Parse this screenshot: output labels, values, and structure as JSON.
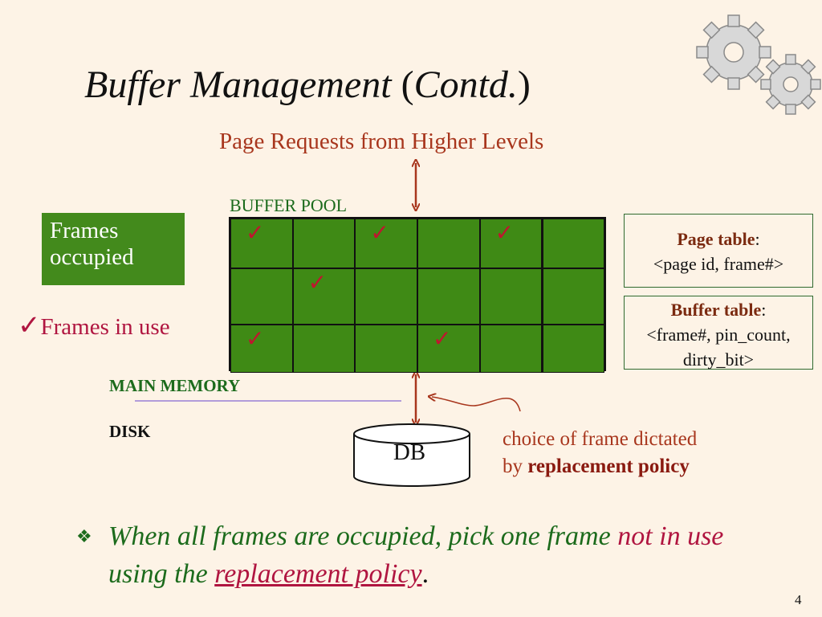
{
  "title": {
    "main": "Buffer Management ",
    "paren_open": "(",
    "contd": "Contd.",
    "paren_close": ")"
  },
  "requests_label": "Page Requests from Higher Levels",
  "buffer_pool_label": "BUFFER POOL",
  "frames_occupied_label": "Frames occupied",
  "frames_in_use": {
    "tick": "✓",
    "label": "Frames in use"
  },
  "grid": {
    "rows": [
      [
        true,
        false,
        true,
        false,
        true,
        false
      ],
      [
        false,
        true,
        false,
        false,
        false,
        false
      ],
      [
        true,
        false,
        false,
        true,
        false,
        false
      ]
    ],
    "tick": "✓"
  },
  "page_table": {
    "title": "Page table",
    "colon": ":",
    "content": "<page id, frame#>"
  },
  "buffer_table": {
    "title": "Buffer table",
    "colon": ":",
    "line1": "<frame#, pin_count,",
    "line2": "dirty_bit>"
  },
  "main_memory_label": "MAIN MEMORY",
  "disk_label": "DISK",
  "db_label": "DB",
  "choice": {
    "line1": "choice of frame dictated",
    "by": "by ",
    "policy": "replacement policy"
  },
  "bullet": {
    "diamond": "❖",
    "part1": "When all frames are occupied, pick one frame ",
    "red": "not in use",
    "part2": " using the ",
    "underlined": "replacement policy",
    "end": "."
  },
  "page_number": "4",
  "icons": [
    "gears-icon"
  ],
  "colors": {
    "background": "#fdf3e6",
    "frame_green": "#3f8a15",
    "check_red": "#c0152f",
    "text_green": "#1c6b1c",
    "text_red_brown": "#a8361d",
    "divider_purple": "#9a7fd6"
  }
}
